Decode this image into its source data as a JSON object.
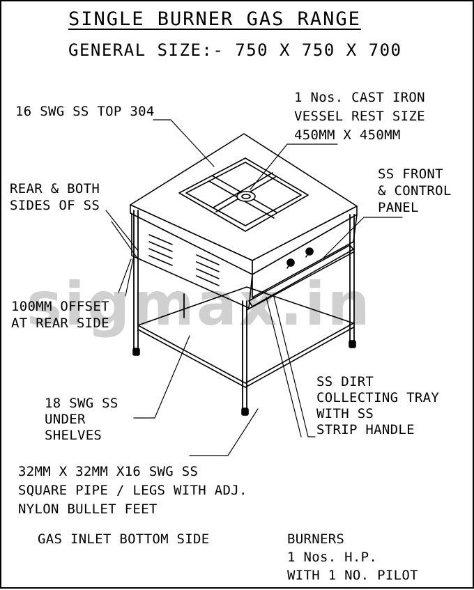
{
  "title": "SINGLE BURNER GAS RANGE",
  "subtitle": "GENERAL SIZE:- 750 X 750 X 700",
  "watermark": "sigmax.in",
  "labels": {
    "top": "16 SWG SS TOP 304",
    "vessel_rest": [
      "1 Nos. CAST IRON",
      "VESSEL REST SIZE",
      "450MM X 450MM"
    ],
    "rear_sides": [
      "REAR & BOTH",
      "SIDES OF SS"
    ],
    "front_panel": [
      "SS FRONT",
      "& CONTROL",
      "PANEL"
    ],
    "offset": [
      "100MM OFFSET",
      "AT REAR SIDE"
    ],
    "dirt_tray": [
      "SS DIRT",
      "COLLECTING TRAY",
      "WITH SS",
      "STRIP HANDLE"
    ],
    "under_shelves": [
      "18 SWG SS",
      "UNDER",
      "SHELVES"
    ],
    "legs": [
      "32MM X 32MM X16 SWG SS",
      "SQUARE PIPE / LEGS WITH ADJ.",
      "NYLON BULLET FEET"
    ],
    "gas_inlet": "GAS INLET BOTTOM SIDE",
    "burners": [
      "BURNERS",
      "1 Nos. H.P.",
      "WITH 1 NO. PILOT"
    ]
  }
}
